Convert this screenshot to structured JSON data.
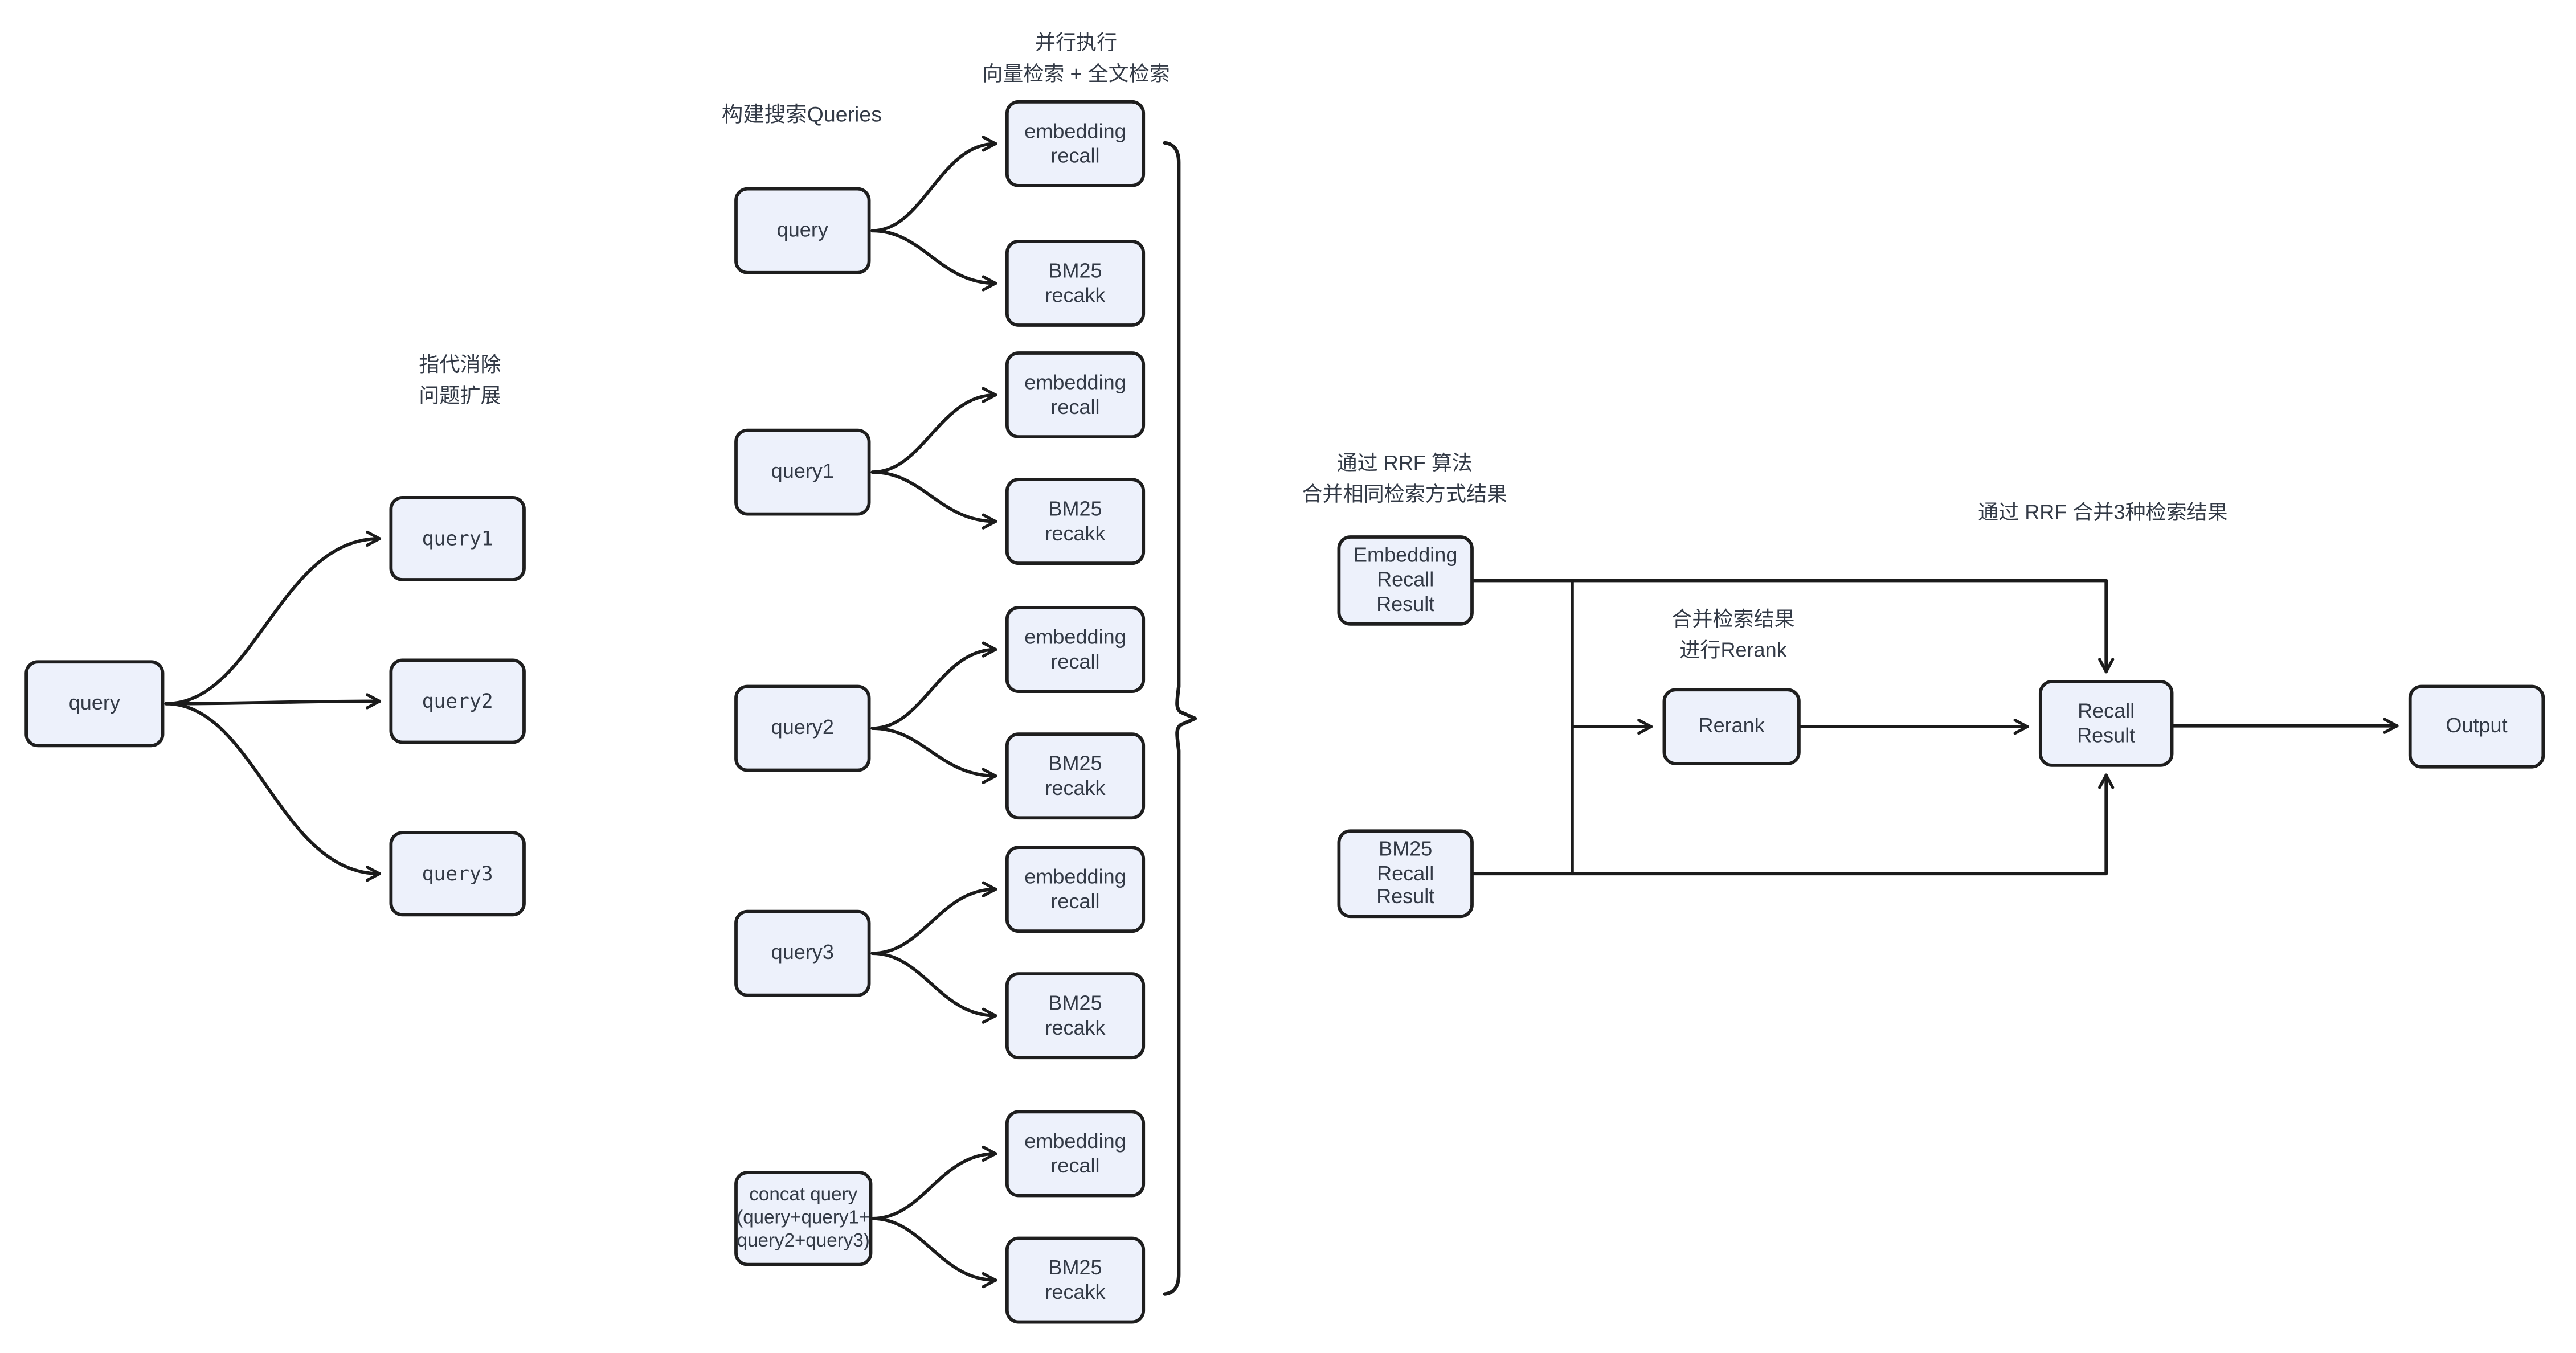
{
  "diagram": {
    "annotations": {
      "parallel_exec": "并行执行\n向量检索 + 全文检索",
      "build_queries": "构建搜索Queries",
      "coref_expand": "指代消除\n问题扩展",
      "rrf_same_method": "通过 RRF 算法\n合并相同检索方式结果",
      "rrf_merge_three": "通过 RRF 合并3种检索结果",
      "merge_rerank": "合并检索结果\n进行Rerank"
    },
    "nodes": {
      "query": "query",
      "query1": "query1",
      "query2": "query2",
      "query3": "query3",
      "concat_query": "concat query\n(query+query1+\nquery2+query3)",
      "embedding_recall": "embedding\nrecall",
      "bm25_recakk": "BM25\nrecakk",
      "embedding_recall_result": "Embedding\nRecall\nResult",
      "bm25_recall_result": "BM25\nRecall\nResult",
      "rerank": "Rerank",
      "recall_result": "Recall\nResult",
      "output": "Output"
    },
    "colors": {
      "node_fill": "#edf1fb",
      "node_border": "#1e1e1e",
      "line": "#1b1b1b",
      "text": "#333a46"
    }
  }
}
